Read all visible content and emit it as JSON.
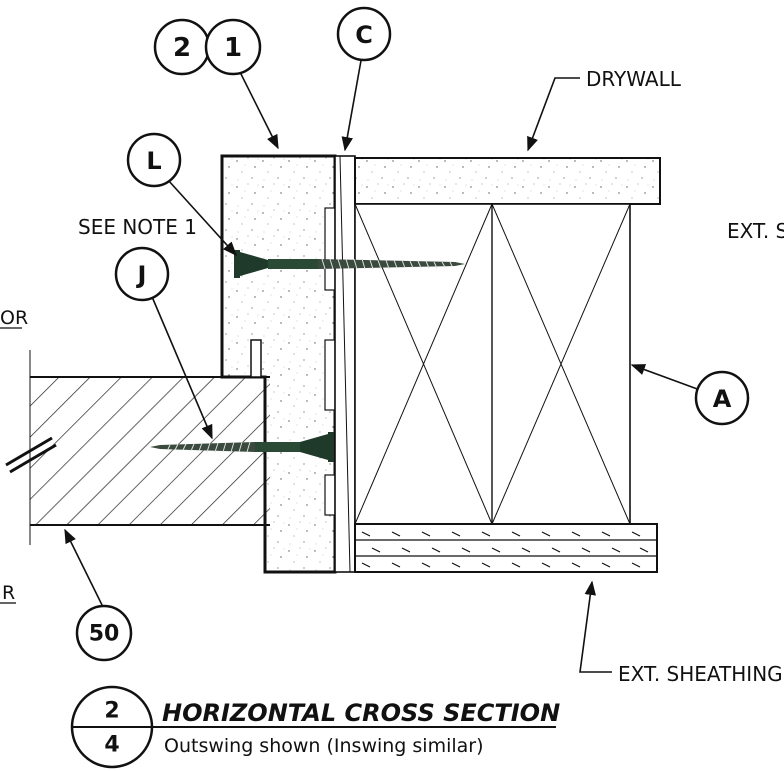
{
  "callouts": {
    "c2": "2",
    "c1": "1",
    "cC": "C",
    "cL": "L",
    "cJ": "J",
    "cA": "A",
    "c50": "50"
  },
  "labels": {
    "drywall": "DRYWALL",
    "see_note": "SEE NOTE 1",
    "ext_s": "EXT. S",
    "ext_sheathing": "EXT. SHEATHING",
    "left_top": "OR",
    "left_bottom": "R"
  },
  "title_block": {
    "detail_number": "2",
    "sheet_number": "4",
    "title": "HORIZONTAL CROSS SECTION",
    "subtitle": "Outswing shown (Inswing similar)"
  }
}
